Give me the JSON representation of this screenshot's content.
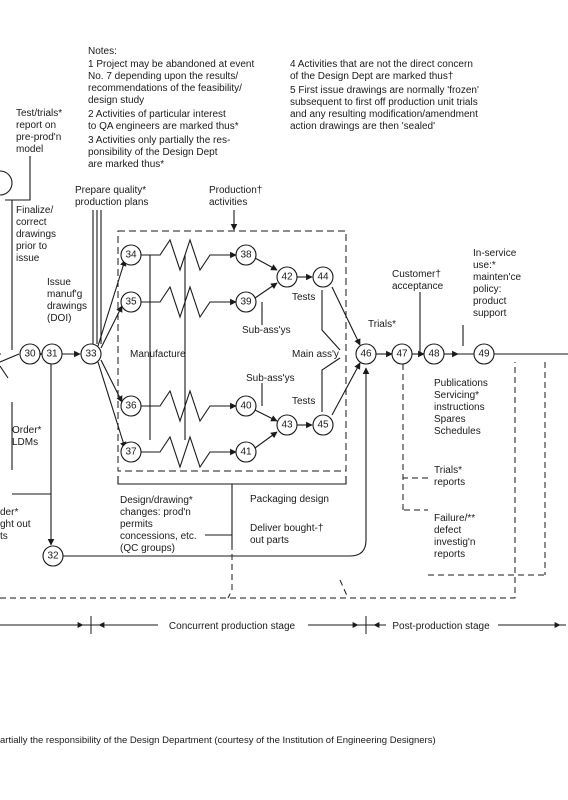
{
  "notes": {
    "title": "Notes:",
    "left": [
      "1  Project may be abandoned at event",
      "    No. 7 depending upon the results/",
      "    recommendations of the feasibility/",
      "    design study",
      "2  Activities of particular interest",
      "    to QA engineers are marked thus*",
      "3  Activities only partially the res-",
      "    ponsibility of the Design Dept",
      "    are marked thus*"
    ],
    "right": [
      "4  Activities that are not the direct concern",
      "    of the Design Dept are marked thus†",
      "5  First issue drawings are normally 'frozen'",
      "    subsequent to first off production unit trials",
      "    and any resulting modification/amendment",
      "    action drawings are then 'sealed'"
    ]
  },
  "nodes": {
    "n30": "30",
    "n31": "31",
    "n32": "32",
    "n33": "33",
    "n34": "34",
    "n35": "35",
    "n36": "36",
    "n37": "37",
    "n38": "38",
    "n39": "39",
    "n40": "40",
    "n41": "41",
    "n42": "42",
    "n43": "43",
    "n44": "44",
    "n45": "45",
    "n46": "46",
    "n47": "47",
    "n48": "48",
    "n49": "49"
  },
  "labels": {
    "test_trials": [
      "Test/trials*",
      "report on",
      "pre-prod'n",
      "model"
    ],
    "finalize": [
      "Finalize/",
      "correct",
      "drawings",
      "prior to",
      "issue"
    ],
    "issue_manuf": [
      "Issue",
      "manuf'g",
      "drawings",
      "(DOI)"
    ],
    "prepare_quality": [
      "Prepare quality*",
      "production plans"
    ],
    "production_activities": [
      "Production†",
      "activities"
    ],
    "tests_upper": "Tests",
    "tests_lower": "Tests",
    "subass_upper": "Sub-ass'ys",
    "subass_lower": "Sub-ass'ys",
    "manufacture": "Manufacture",
    "main_assy": "Main ass'y",
    "trials": "Trials*",
    "customer_acceptance": [
      "Customer†",
      "acceptance"
    ],
    "in_service": [
      "In-service",
      "use:*",
      "mainten'ce",
      "policy:",
      "product",
      "support"
    ],
    "publications": [
      "Publications",
      "Servicing*",
      "instructions",
      "Spares",
      "Schedules"
    ],
    "trials_reports": [
      "Trials*",
      "reports"
    ],
    "failure": [
      "Failure/**",
      "defect",
      "investig'n",
      "reports"
    ],
    "design_changes": [
      "Design/drawing*",
      "changes: prod'n",
      "permits",
      "concessions, etc.",
      "(QC groups)"
    ],
    "packaging": "Packaging design",
    "deliver": [
      "Deliver bought-†",
      "out parts"
    ],
    "order_left": [
      "Order*",
      "LDMs"
    ],
    "bought_left": [
      "der*",
      "ght out",
      "ts"
    ]
  },
  "stages": {
    "concurrent": "Concurrent production stage",
    "post": "Post-production stage"
  },
  "caption": "artially the responsibility of the Design Department (courtesy of the Institution of Engineering Designers)"
}
